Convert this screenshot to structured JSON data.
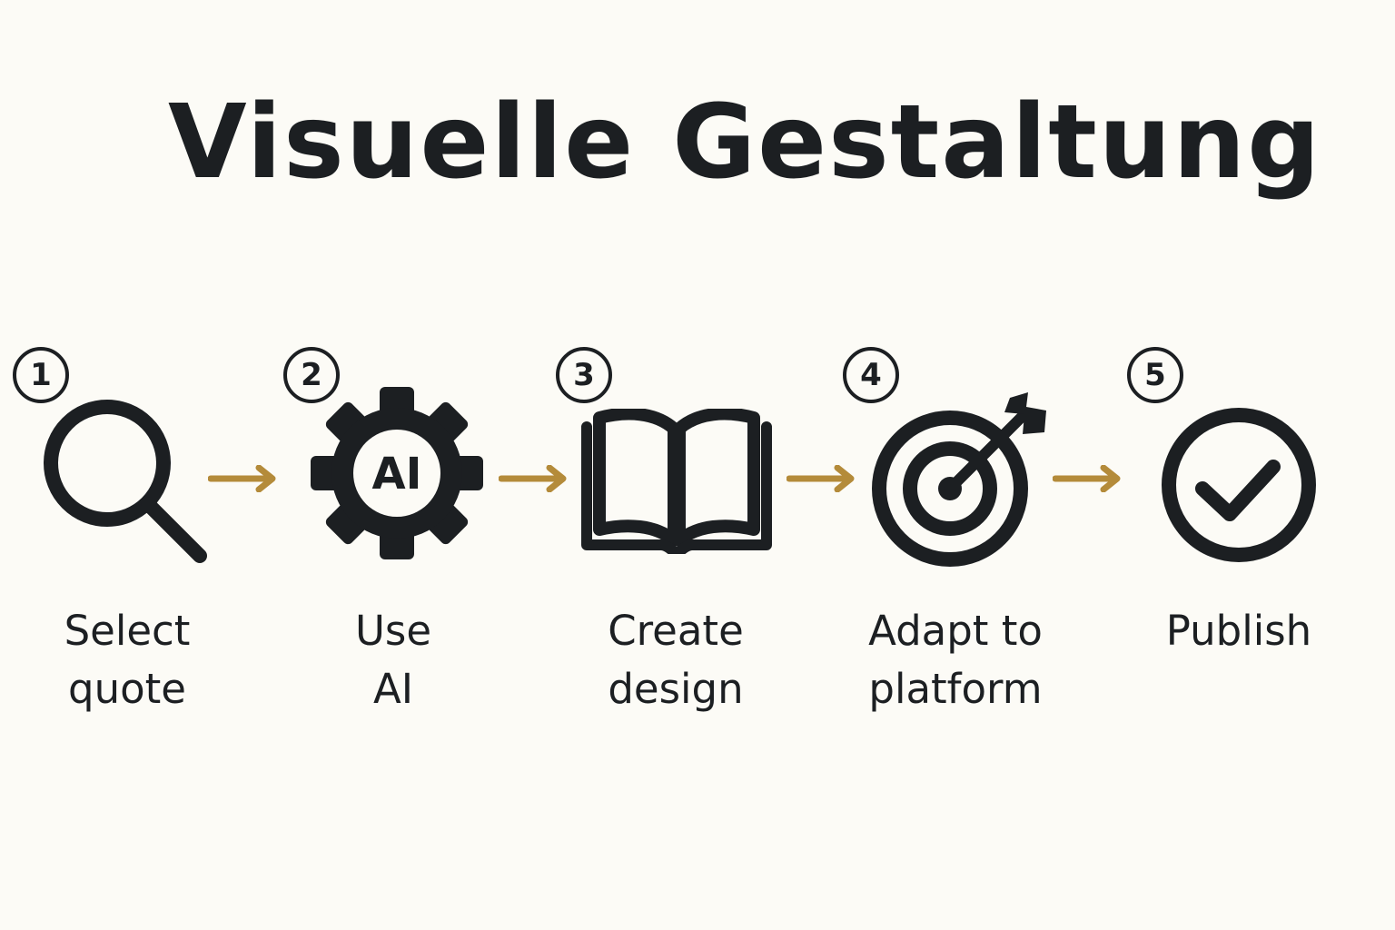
{
  "title": "Visuelle Gestaltung",
  "accent_color": "#b48b3a",
  "steps": [
    {
      "number": "1",
      "label": "Select\nquote",
      "icon": "search-icon"
    },
    {
      "number": "2",
      "label": "Use\nAI",
      "icon": "ai-gear-icon",
      "icon_text": "AI"
    },
    {
      "number": "3",
      "label": "Create\ndesign",
      "icon": "open-book-icon"
    },
    {
      "number": "4",
      "label": "Adapt to\nplatform",
      "icon": "target-arrow-icon"
    },
    {
      "number": "5",
      "label": "Publish",
      "icon": "check-circle-icon"
    }
  ]
}
